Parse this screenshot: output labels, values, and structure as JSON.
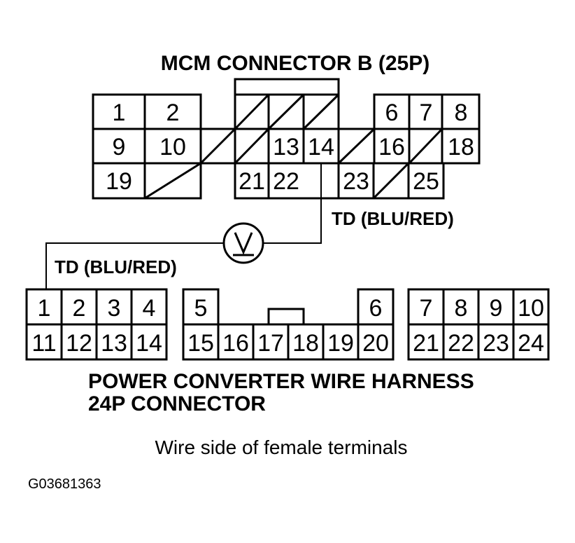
{
  "mcm_connector": {
    "title": "MCM CONNECTOR B (25P)",
    "pins": [
      "1",
      "2",
      "6",
      "7",
      "8",
      "9",
      "10",
      "13",
      "14",
      "16",
      "18",
      "19",
      "21",
      "22",
      "23",
      "25"
    ]
  },
  "td_label_upper": "TD (BLU/RED)",
  "td_label_lower": "TD (BLU/RED)",
  "meter_symbol": "V",
  "pc_connector": {
    "title_line1": "POWER CONVERTER WIRE HARNESS",
    "title_line2": "24P CONNECTOR",
    "pins": [
      "1",
      "2",
      "3",
      "4",
      "5",
      "6",
      "7",
      "8",
      "9",
      "10",
      "11",
      "12",
      "13",
      "14",
      "15",
      "16",
      "17",
      "18",
      "19",
      "20",
      "21",
      "22",
      "23",
      "24"
    ]
  },
  "caption": "Wire side of female terminals",
  "figure_code": "G03681363"
}
